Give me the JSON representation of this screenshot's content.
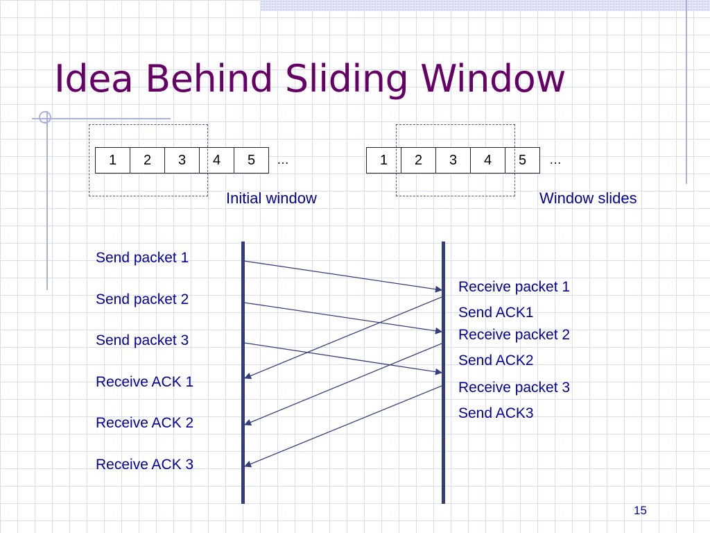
{
  "slide": {
    "title": "Idea Behind Sliding Window",
    "page_number": "15"
  },
  "windows": [
    {
      "cells": [
        "1",
        "2",
        "3",
        "4",
        "5"
      ],
      "ellipsis": "…",
      "caption": "Initial window"
    },
    {
      "cells": [
        "1",
        "2",
        "3",
        "4",
        "5"
      ],
      "ellipsis": "…",
      "caption": "Window slides"
    }
  ],
  "sender_events": [
    "Send packet 1",
    "Send packet 2",
    "Send packet 3",
    "Receive ACK 1",
    "Receive ACK 2",
    "Receive ACK 3"
  ],
  "receiver_events": [
    "Receive packet 1",
    "Send ACK1",
    "Receive packet 2",
    "Send ACK2",
    "Receive packet 3",
    "Send ACK3"
  ],
  "colors": {
    "title": "#660066",
    "text": "#000099",
    "timeline": "#333d7a",
    "arrow": "#333d7a"
  }
}
